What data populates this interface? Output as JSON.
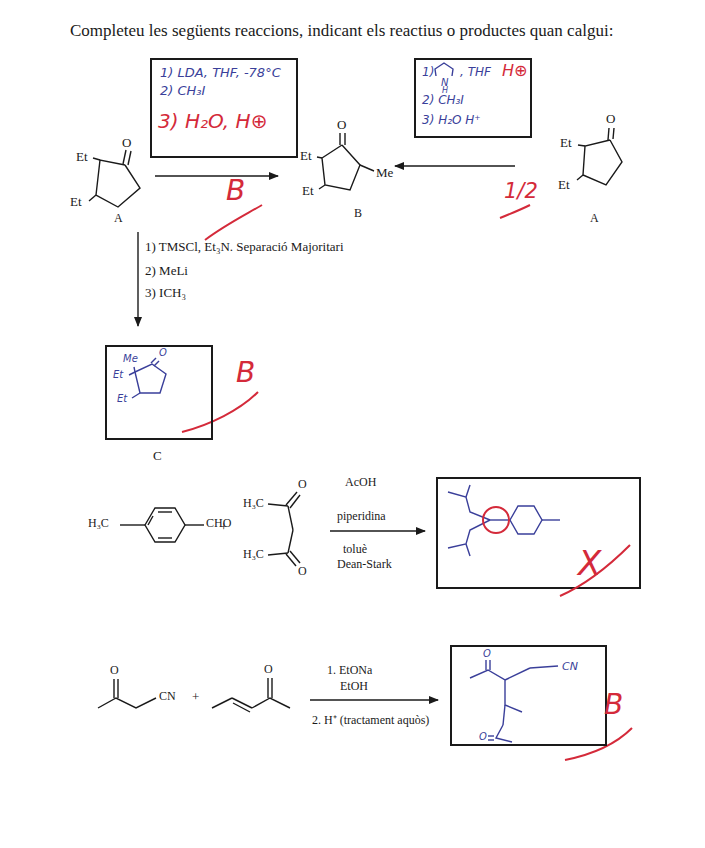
{
  "diagram": {
    "title": "Completeu les següents reaccions, indicant els reactius o productes quan calgui:",
    "nodes": [
      {
        "text": [
          "1) LDA, THF, -78°C",
          "2) CH₃I",
          "3) H₂O, H⊕"
        ]
      },
      {
        "text": [
          "1)",
          "N",
          "H",
          ", THF",
          "H⊕",
          "2) CH₃I",
          "3) H₂O H⁺"
        ]
      },
      {
        "text": [
          "Me",
          "O",
          "Et",
          "Et",
          "C"
        ]
      },
      {
        "text": [
          "O",
          "CN",
          "O"
        ]
      }
    ],
    "labels": [
      "O",
      "Et",
      "Et",
      "A",
      "O",
      "Et",
      "Me",
      "Et",
      "B",
      "O",
      "Et",
      "Et",
      "A",
      "B",
      "1/2",
      "1) TMSCl, Et₃N. Separació Majoritari",
      "2) MeLi",
      "3) ICH₃",
      "B",
      "H₃C",
      "CHO",
      "+",
      "H₃C",
      "O",
      "H₃C",
      "O",
      "AcOH",
      "piperidina",
      "toluè",
      "Dean-Stark",
      "X",
      "O",
      "CN",
      "+",
      "O",
      "1. EtONa",
      "EtOH",
      "2. H⁺ (tractament aquòs)",
      "B"
    ]
  }
}
